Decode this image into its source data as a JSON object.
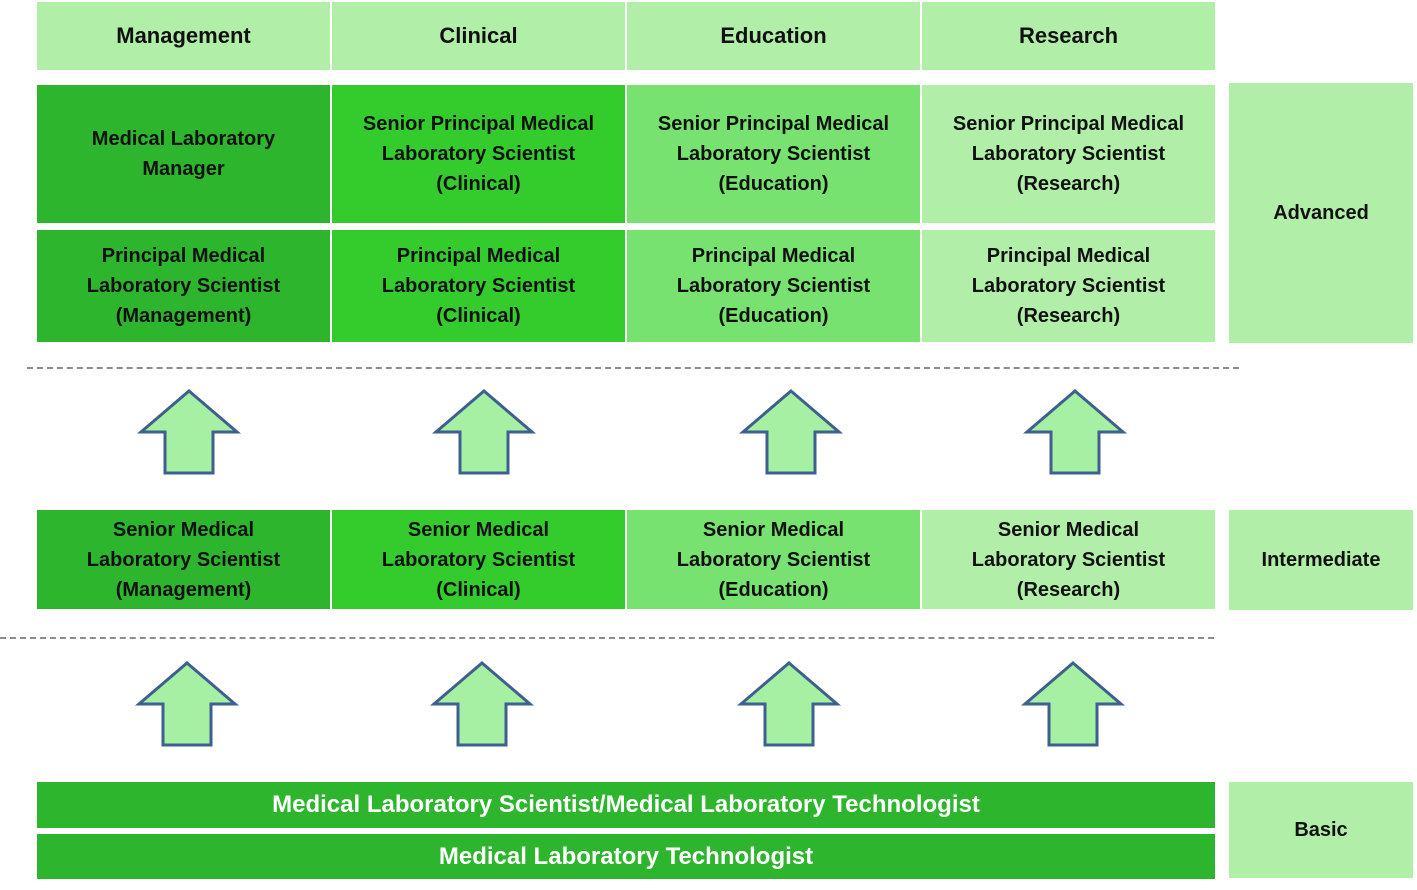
{
  "colors": {
    "management": "#2db52d",
    "clinical": "#33cc2c",
    "education": "#77e26f",
    "research": "#b1efa9",
    "header": "#b1efa9",
    "level": "#b1efa9",
    "basic": "#2db52d",
    "arrow_fill": "#a6f0a4",
    "arrow_stroke": "#3f5f8f",
    "white_text": "#ffffff"
  },
  "headers": [
    "Management",
    "Clinical",
    "Education",
    "Research"
  ],
  "advanced_senior": [
    "Medical Laboratory\nManager",
    "Senior Principal Medical\nLaboratory Scientist\n(Clinical)",
    "Senior Principal Medical\nLaboratory Scientist\n(Education)",
    "Senior Principal Medical\nLaboratory Scientist\n(Research)"
  ],
  "advanced_principal": [
    "Principal Medical\nLaboratory Scientist\n(Management)",
    "Principal Medical\nLaboratory Scientist\n(Clinical)",
    "Principal Medical\nLaboratory Scientist\n(Education)",
    "Principal Medical\nLaboratory Scientist\n(Research)"
  ],
  "intermediate": [
    "Senior Medical\nLaboratory Scientist\n(Management)",
    "Senior Medical\nLaboratory Scientist\n(Clinical)",
    "Senior Medical\nLaboratory Scientist\n(Education)",
    "Senior Medical\nLaboratory Scientist\n(Research)"
  ],
  "levels": {
    "advanced": "Advanced",
    "intermediate": "Intermediate",
    "basic": "Basic"
  },
  "basic_rows": [
    "Medical Laboratory Scientist/Medical Laboratory Technologist",
    "Medical Laboratory Technologist"
  ],
  "icons": {
    "arrow": "up-arrow-icon"
  }
}
